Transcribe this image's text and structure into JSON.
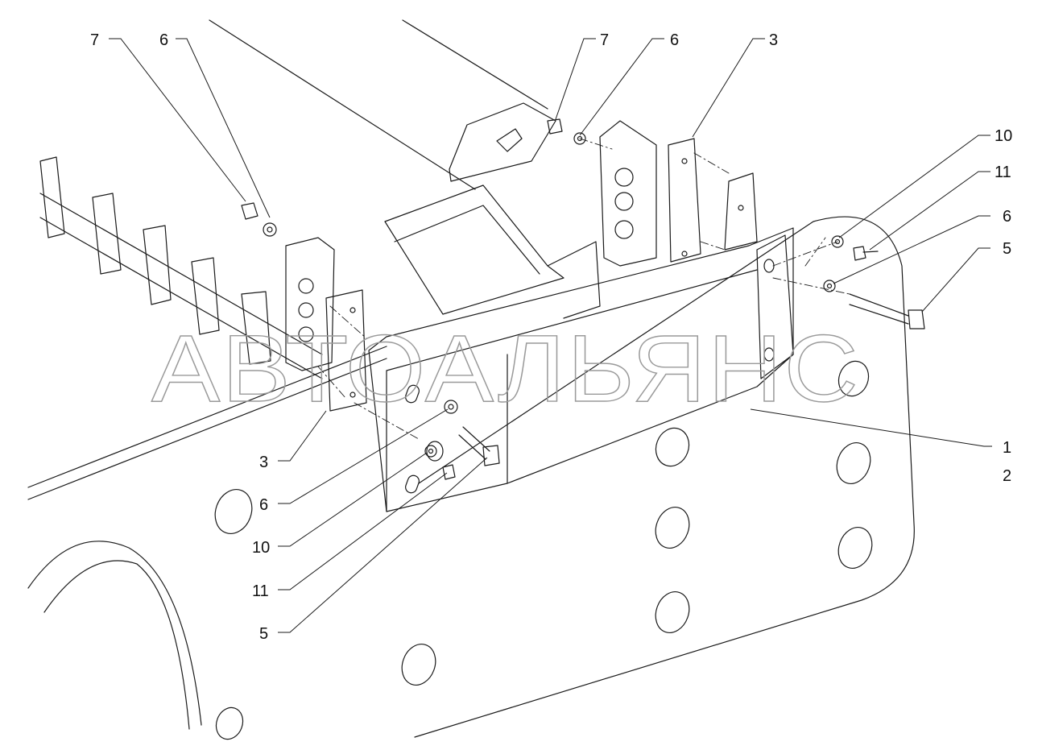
{
  "watermark": "АВТОАЛЬЯНС",
  "colors": {
    "line": "#1a1a1a",
    "watermark": "#9a9a9a",
    "background": "#ffffff"
  },
  "callouts": [
    {
      "id": "c7-left",
      "label": "7"
    },
    {
      "id": "c6-left",
      "label": "6"
    },
    {
      "id": "c7-top",
      "label": "7"
    },
    {
      "id": "c6-top",
      "label": "6"
    },
    {
      "id": "c3-top",
      "label": "3"
    },
    {
      "id": "c10-right",
      "label": "10"
    },
    {
      "id": "c11-right",
      "label": "11"
    },
    {
      "id": "c6-right",
      "label": "6"
    },
    {
      "id": "c5-right",
      "label": "5"
    },
    {
      "id": "c1-right",
      "label": "1"
    },
    {
      "id": "c2-right",
      "label": "2"
    },
    {
      "id": "c3-bottom",
      "label": "3"
    },
    {
      "id": "c6-bottom",
      "label": "6"
    },
    {
      "id": "c10-bottom",
      "label": "10"
    },
    {
      "id": "c11-bottom",
      "label": "11"
    },
    {
      "id": "c5-bottom",
      "label": "5"
    }
  ]
}
